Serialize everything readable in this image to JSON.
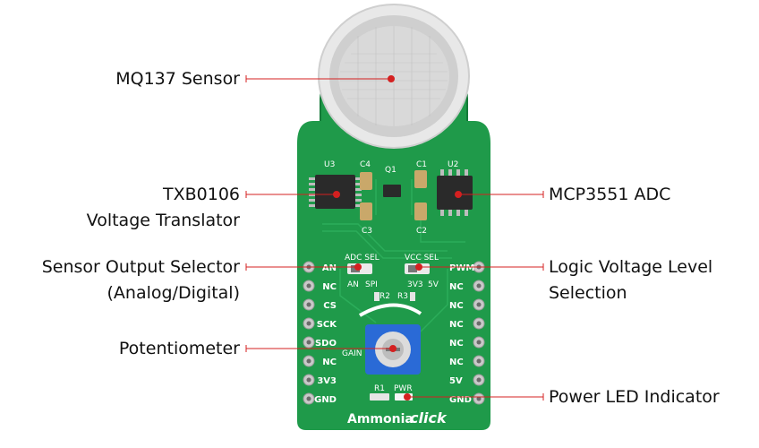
{
  "labels": {
    "sensor": "MQ137 Sensor",
    "translator_line1": "TXB0106",
    "translator_line2": "Voltage Translator",
    "adc": "MCP3551 ADC",
    "output_sel_line1": "Sensor Output Selector",
    "output_sel_line2": "(Analog/Digital)",
    "logic_sel_line1": "Logic Voltage Level",
    "logic_sel_line2": "Selection",
    "pot": "Potentiometer",
    "power_led": "Power LED  Indicator"
  },
  "board": {
    "title_text": "Ammonia",
    "title_brand": "click",
    "left_pins": [
      "AN",
      "NC",
      "CS",
      "SCK",
      "SDO",
      "NC",
      "3V3",
      "GND"
    ],
    "right_pins": [
      "PWM",
      "NC",
      "NC",
      "NC",
      "NC",
      "NC",
      "5V",
      "GND"
    ],
    "silk": {
      "u3": "U3",
      "c4": "C4",
      "q1": "Q1",
      "c1": "C1",
      "u2": "U2",
      "c3": "C3",
      "c2": "C2",
      "adc_sel": "ADC SEL",
      "an": "AN",
      "spi": "SPI",
      "vcc_sel": "VCC SEL",
      "v33": "3V3",
      "v5": "5V",
      "r2": "R2",
      "r3": "R3",
      "gain": "GAIN",
      "r1": "R1",
      "pwr": "PWR"
    }
  },
  "colors": {
    "pcb": "#1f9a4a",
    "pcb_dark": "#147a38",
    "leader": "#d42020",
    "pin_pad": "#c9c9c9"
  }
}
